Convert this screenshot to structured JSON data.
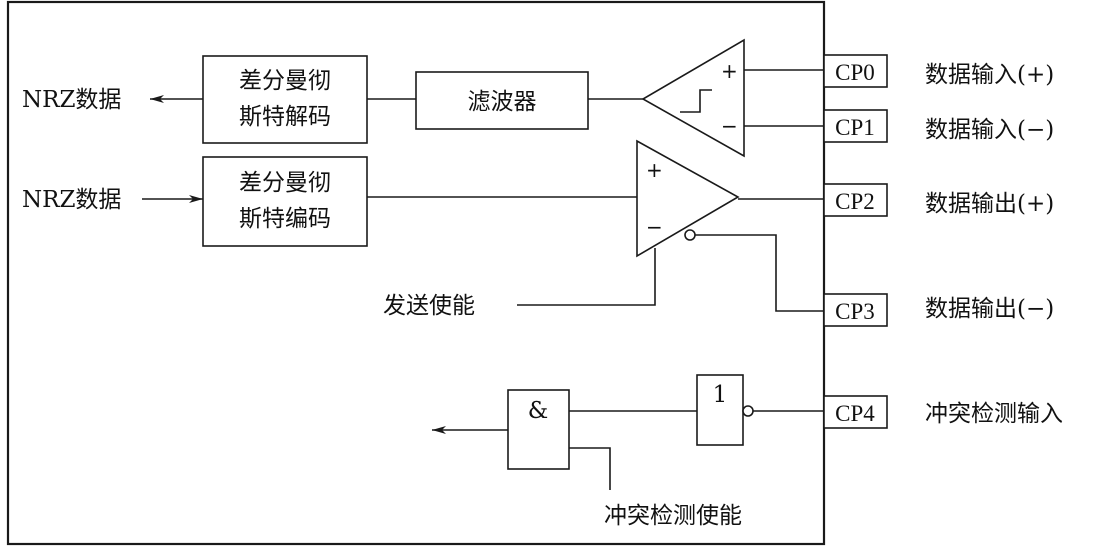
{
  "blocks": {
    "decoder_line1": "差分曼彻",
    "decoder_line2": "斯特解码",
    "filter": "滤波器",
    "encoder_line1": "差分曼彻",
    "encoder_line2": "斯特编码",
    "and_gate": "&",
    "not_gate": "1"
  },
  "comparator": {
    "plus": "+",
    "minus": "−"
  },
  "driver": {
    "plus": "+",
    "minus": "−"
  },
  "pins": [
    "CP0",
    "CP1",
    "CP2",
    "CP3",
    "CP4"
  ],
  "pin_labels": [
    "数据输入(+)",
    "数据输入(−)",
    "数据输出(+)",
    "数据输出(−)",
    "冲突检测输入"
  ],
  "signals": {
    "nrz_out": "NRZ数据",
    "nrz_in": "NRZ数据",
    "send_enable": "发送使能",
    "collision_enable": "冲突检测使能"
  }
}
